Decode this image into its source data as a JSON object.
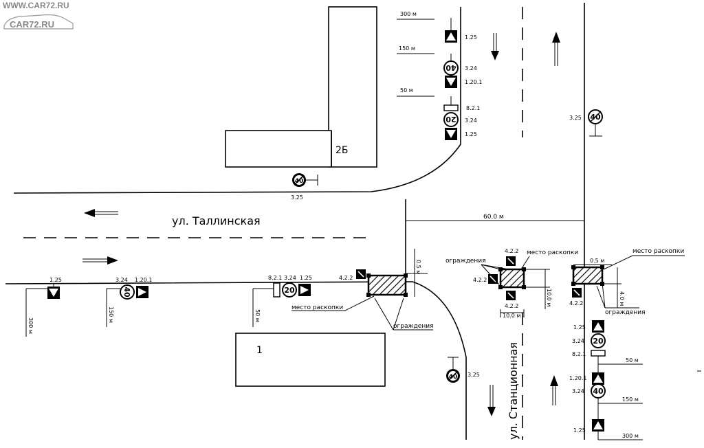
{
  "watermark": {
    "url": "WWW.CAR72.RU",
    "logo": "CAR72.RU"
  },
  "streets": {
    "tallinskaya": "ул. Таллинская",
    "stantsionnaya": "ул. Станционная"
  },
  "buildings": {
    "b1": "1",
    "b2": "2Б"
  },
  "dimensions": {
    "d60": "60.0 м",
    "d05a": "0.5 м",
    "d05b": "0.5 м",
    "d10v": "10.0 м",
    "d10h": "10.0 м",
    "d40": "4.0 м"
  },
  "distances": {
    "top300": "300 м",
    "top150": "150 м",
    "top50": "50 м",
    "left300": "300 м",
    "left150": "150 м",
    "left50": "50 м",
    "right50": "50 м",
    "right150": "150 м",
    "right300": "300 м"
  },
  "labels": {
    "excavation1": "место раскопки",
    "fence1": "ограждения",
    "excavation2": "место раскопки",
    "fence2": "ограждения",
    "excavation3": "место раскопки",
    "fence3": "ограждения"
  },
  "sign_codes": {
    "top_125a": "1.25",
    "top_324": "3.24",
    "top_1201": "1.20.1",
    "top_821": "8.2.1",
    "top_324b": "3.24",
    "top_125b": "1.25",
    "tr_325": "3.25",
    "mid_325": "3.25",
    "bot_325": "3.25",
    "left_125": "1.25",
    "left_324": "3.24",
    "left_1201": "1.20.1",
    "left_821": "8.2.1",
    "left_324b": "3.24",
    "left_125b": "1.25",
    "e1_422": "4.2.2",
    "e2_422a": "4.2.2",
    "e2_422b": "4.2.2",
    "e2_422c": "4.2.2",
    "e3_422": "4.2.2",
    "r_125": "1.25",
    "r_324": "3.24",
    "r_821": "8.2.1",
    "r_1201": "1.20.1",
    "r_324b": "3.24",
    "r_125b": "1.25"
  },
  "sign_values": {
    "top_40": "40",
    "top_20": "20",
    "tr_40": "40",
    "left_40": "40",
    "left_20": "20",
    "r_20": "20",
    "r_40": "40",
    "mid_40": "40",
    "bot_40": "40"
  }
}
